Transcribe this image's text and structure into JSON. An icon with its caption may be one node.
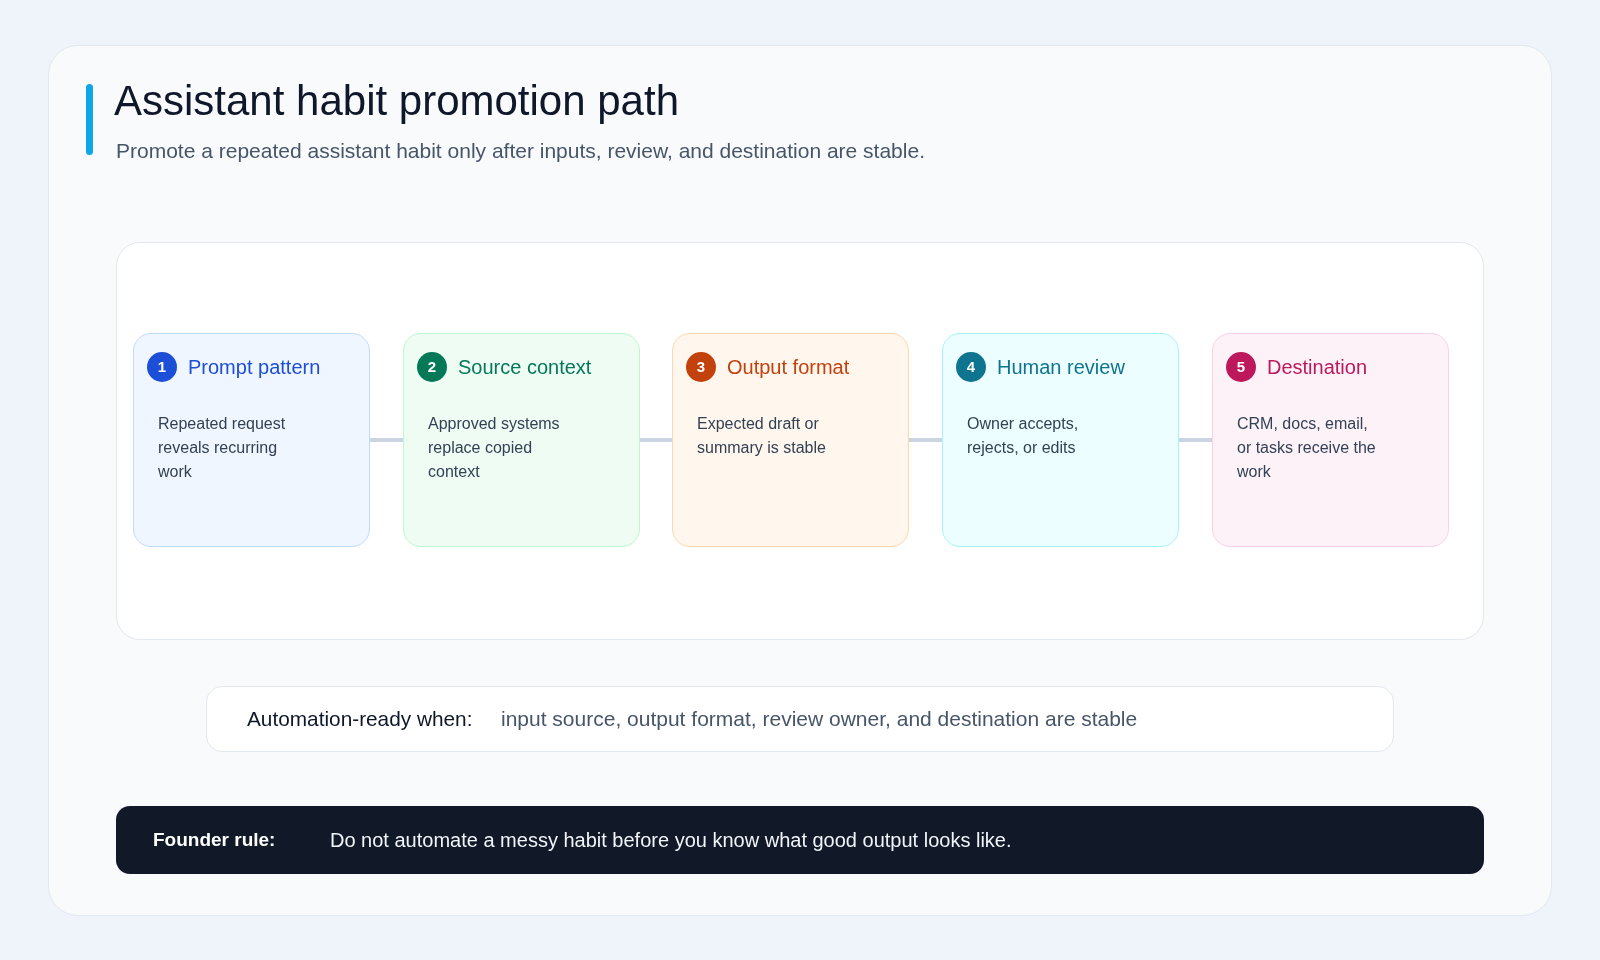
{
  "diagram": {
    "title": "Assistant habit promotion path",
    "nodes": [
      {
        "text": [],
        "shape": "box"
      },
      {
        "text": [
          "1",
          "Prompt pattern",
          "Repeated request reveals recurring work"
        ],
        "in": 0
      },
      {
        "text": [
          "2",
          "Source context",
          "Approved systems replace copied context"
        ],
        "in": 0
      },
      {
        "text": [
          "3",
          "Output format",
          "Expected draft or summary is stable"
        ],
        "in": 0
      },
      {
        "text": [
          "4",
          "Human review",
          "Owner accepts, rejects, or edits"
        ],
        "in": 0
      },
      {
        "text": [
          "5",
          "Destination",
          "CRM, docs, email, or tasks receive the work"
        ],
        "in": 0
      },
      {
        "text": [
          "Automation-ready when:",
          "input source, output format, review owner, and destination are stable"
        ]
      },
      {
        "text": [
          "Founder rule:",
          "Do not automate a messy habit before you know what good output looks like."
        ]
      }
    ],
    "edges": [
      {
        "from": 1,
        "to": 2,
        "arrow": "none"
      },
      {
        "from": 2,
        "to": 3,
        "arrow": "none"
      },
      {
        "from": 3,
        "to": 4,
        "arrow": "none"
      },
      {
        "from": 4,
        "to": 5,
        "arrow": "none"
      }
    ],
    "labels": [
      "Promote a repeated assistant habit only after inputs, review, and destination are stable."
    ]
  }
}
